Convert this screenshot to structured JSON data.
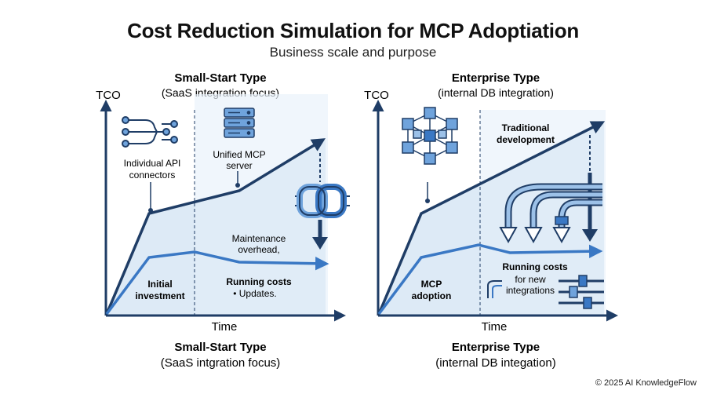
{
  "title": "Cost Reduction Simulation for MCP Adoptiation",
  "subtitle": "Business scale and purpose",
  "left_panel": {
    "heading": "Small-Start Type",
    "heading_sub": "(SaaS integration focus)",
    "y_axis_label": "TCO",
    "x_axis_label": "Time",
    "footer_title": "Small-Start Type",
    "footer_sub": "(SaaS intgration focus)",
    "labels": {
      "api_connectors_1": "Individual API",
      "api_connectors_2": "connectors",
      "mcp_server_1": "Unified MCP",
      "mcp_server_2": "server",
      "maintenance_1": "Maintenance",
      "maintenance_2": "overhead,",
      "initial_1": "Initial",
      "initial_2": "investment",
      "running_1": "Running costs",
      "running_2": "• Updates."
    }
  },
  "right_panel": {
    "heading": "Enterprise Type",
    "heading_sub": "(internal DB integration)",
    "y_axis_label": "TCO",
    "x_axis_label": "Time",
    "footer_title": "Enterprise Type",
    "footer_sub": "(internal DB integation)",
    "labels": {
      "traditional_1": "Traditional",
      "traditional_2": "development",
      "mcp_adoption_1": "MCP",
      "mcp_adoption_2": "adoption",
      "running_1": "Running costs",
      "running_2": "for new",
      "running_3": "integrations"
    }
  },
  "colors": {
    "dark_line": "#1f3d66",
    "light_line": "#3a78c4",
    "fill": "#dde9f6",
    "icon_fill": "#6fa3dc",
    "icon_stroke": "#1f3d66"
  },
  "copyright": "© 2025 AI KnowledgeFlow"
}
